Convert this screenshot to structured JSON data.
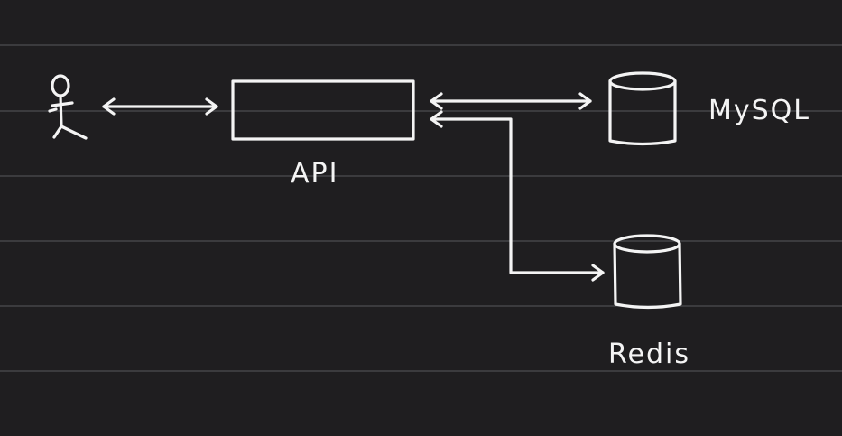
{
  "diagram": {
    "nodes": {
      "api": {
        "label": "API"
      },
      "mysql": {
        "label": "MySQL"
      },
      "redis": {
        "label": "Redis"
      }
    },
    "colors": {
      "background": "#1f1e20",
      "ink": "#f4f4f4",
      "ruled_lines": "#3b3b3e"
    },
    "icons": {
      "user": "stick-figure-icon",
      "database": "cylinder-icon"
    }
  }
}
